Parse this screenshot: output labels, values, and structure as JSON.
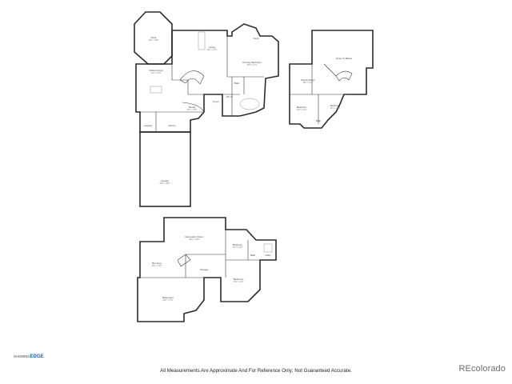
{
  "rooms": {
    "main_floor": [
      {
        "id": "deck",
        "label": "Deck",
        "dim": "12'0\" x 18'0\""
      },
      {
        "id": "living",
        "label": "Living",
        "dim": "21'0\" x 17'4\""
      },
      {
        "id": "deck2",
        "label": "Deck",
        "dim": ""
      },
      {
        "id": "primary",
        "label": "Primary Bedroom",
        "dim": "16'5\" x 17'1\""
      },
      {
        "id": "kitchen",
        "label": "Kitchen Area",
        "dim": "13'2\" x 16'0\""
      },
      {
        "id": "dining",
        "label": "Dining",
        "dim": "13'0\" x 15'0\""
      },
      {
        "id": "foyer",
        "label": "Foyer",
        "dim": ""
      },
      {
        "id": "bath",
        "label": "Bath",
        "dim": ""
      },
      {
        "id": "closet",
        "label": "W.I.C.",
        "dim": ""
      },
      {
        "id": "laundry",
        "label": "Laundry",
        "dim": ""
      },
      {
        "id": "pantry",
        "label": "Pantry",
        "dim": ""
      },
      {
        "id": "garage",
        "label": "Garage",
        "dim": "23'6\" x 32'6\""
      }
    ],
    "upper_floor": [
      {
        "id": "loft",
        "label": "Open To Below",
        "dim": ""
      },
      {
        "id": "family",
        "label": "Family Room",
        "dim": "16'8\" x 14'0\""
      },
      {
        "id": "bed2",
        "label": "Bedroom",
        "dim": "11'6\" x 12'0\""
      },
      {
        "id": "bed3",
        "label": "Bedroom",
        "dim": "11'6\" x 12'0\""
      },
      {
        "id": "ubath",
        "label": "Bath",
        "dim": ""
      }
    ],
    "lower_floor": [
      {
        "id": "recreation",
        "label": "Recreation Room",
        "dim": "26'0\" x 18'0\""
      },
      {
        "id": "bedroom_l",
        "label": "Bedroom",
        "dim": "13'0\" x 14'5\""
      },
      {
        "id": "bar",
        "label": "Bar Area",
        "dim": "14'2\" x 12'0\""
      },
      {
        "id": "storage",
        "label": "Storage",
        "dim": ""
      },
      {
        "id": "basement",
        "label": "Basement",
        "dim": "22'0\" x 17'0\""
      },
      {
        "id": "bedroom_l2",
        "label": "Bedroom",
        "dim": "15'0\" x 12'0\""
      },
      {
        "id": "lbath",
        "label": "Bath",
        "dim": ""
      },
      {
        "id": "utility",
        "label": "Utility",
        "dim": ""
      }
    ]
  },
  "footer": {
    "disclaimer": "All Measurements Are Approximate And For Reference Only; Not Guaranteed Accurate."
  },
  "branding": {
    "watermark": "REcolorado",
    "logo_prefix": "SHOWING",
    "logo_main": "EDGE",
    "logo_sub": ""
  }
}
